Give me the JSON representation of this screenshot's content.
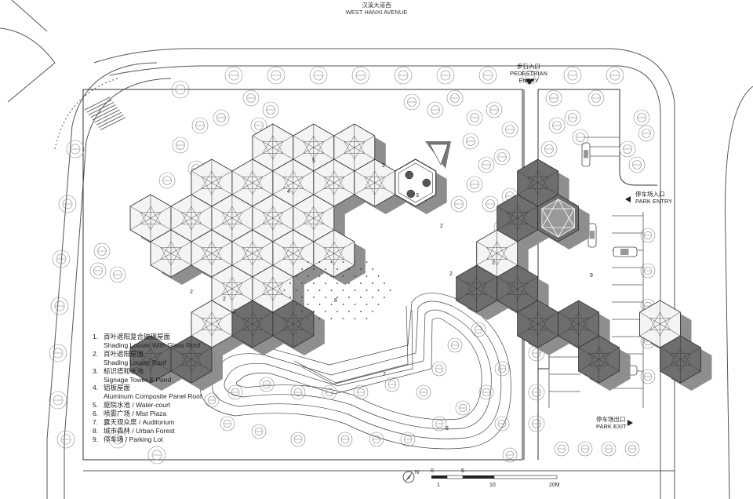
{
  "street": {
    "cn": "汉溪大道西",
    "en": "WEST HANXI AVENUE"
  },
  "entries": {
    "pedestrian_cn": "步行入口",
    "pedestrian_en": "PEDESTRIAN ENTRY",
    "park_entry_cn": "停车场入口",
    "park_entry_en": "PARK ENTRY",
    "park_exit_cn": "停车场出口",
    "park_exit_en": "PARK EXIT"
  },
  "legend": [
    {
      "num": "1.",
      "cn": "百叶遮阳复合玻璃屋面",
      "en": "Shading Louver With Glass Roof"
    },
    {
      "num": "2.",
      "cn": "百叶遮阳屋面",
      "en": "Shading Louver Roof"
    },
    {
      "num": "3.",
      "cn": "标识塔和水池",
      "en": "Signage Tower & Pond"
    },
    {
      "num": "4.",
      "cn": "铝板屋面",
      "en": "Aluminum Composite Panel Roof"
    },
    {
      "num": "5.",
      "text": "庭院水池 / Water-court"
    },
    {
      "num": "6.",
      "text": "喷雾广场 / Mist Plaza"
    },
    {
      "num": "7.",
      "text": "露天观众席 / Auditorium"
    },
    {
      "num": "8.",
      "text": "城市森林 / Urban Forest"
    },
    {
      "num": "9.",
      "text": "停车场 / Parking Lot"
    }
  ],
  "plan_labels": {
    "l2": "2",
    "l3": "3",
    "l4": "4",
    "l5": "5",
    "l6": "6",
    "l7": "7",
    "l8": "8",
    "l9": "9"
  },
  "scale": {
    "north": "N",
    "t0": "0",
    "t5": "5",
    "t1": "1",
    "t10": "10",
    "t20": "20M"
  },
  "colors": {
    "line": "#333333",
    "light_hex": "#f4f4f4",
    "dark_hex": "#6e6e6e",
    "shadow": "#8e8e8e"
  }
}
